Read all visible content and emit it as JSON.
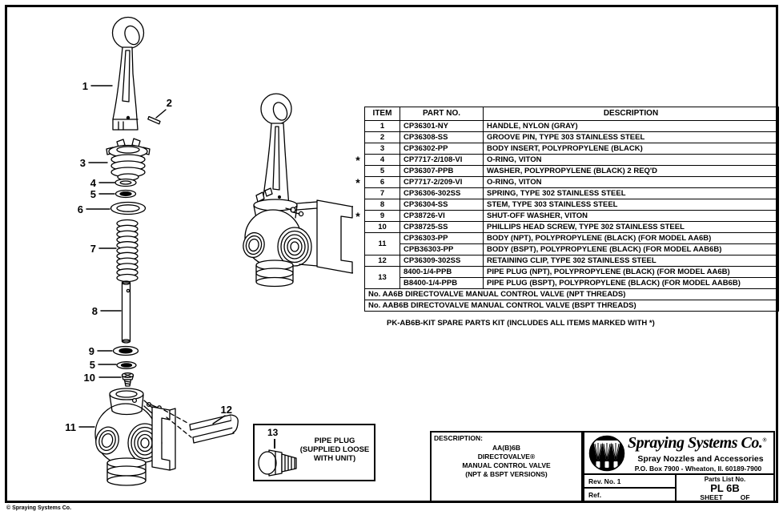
{
  "colors": {
    "ink": "#000000",
    "paper": "#ffffff"
  },
  "diagram": {
    "callouts": [
      "1",
      "2",
      "3",
      "4",
      "5",
      "6",
      "7",
      "8",
      "9",
      "5",
      "10",
      "11",
      "12"
    ]
  },
  "detail_box": {
    "callout": "13",
    "lines": [
      "PIPE PLUG",
      "(SUPPLIED LOOSE",
      "WITH UNIT)"
    ]
  },
  "parts_table": {
    "headers": [
      "ITEM",
      "PART NO.",
      "DESCRIPTION"
    ],
    "rows": [
      {
        "star": false,
        "item": "1",
        "span": 1,
        "part": "CP36301-NY",
        "desc": "HANDLE, NYLON (GRAY)"
      },
      {
        "star": false,
        "item": "2",
        "span": 1,
        "part": "CP36308-SS",
        "desc": "GROOVE PIN, TYPE 303 STAINLESS STEEL"
      },
      {
        "star": false,
        "item": "3",
        "span": 1,
        "part": "CP36302-PP",
        "desc": "BODY INSERT, POLYPROPYLENE (BLACK)"
      },
      {
        "star": true,
        "item": "4",
        "span": 1,
        "part": "CP7717-2/108-VI",
        "desc": "O-RING, VITON"
      },
      {
        "star": false,
        "item": "5",
        "span": 1,
        "part": "CP36307-PPB",
        "desc": "WASHER, POLYPROPYLENE (BLACK) 2 REQ'D"
      },
      {
        "star": true,
        "item": "6",
        "span": 1,
        "part": "CP7717-2/209-VI",
        "desc": "O-RING, VITON"
      },
      {
        "star": false,
        "item": "7",
        "span": 1,
        "part": "CP36306-302SS",
        "desc": "SPRING, TYPE 302 STAINLESS STEEL"
      },
      {
        "star": false,
        "item": "8",
        "span": 1,
        "part": "CP36304-SS",
        "desc": "STEM, TYPE 303 STAINLESS STEEL"
      },
      {
        "star": true,
        "item": "9",
        "span": 1,
        "part": "CP38726-VI",
        "desc": "SHUT-OFF WASHER, VITON"
      },
      {
        "star": false,
        "item": "10",
        "span": 1,
        "part": "CP38725-SS",
        "desc": "PHILLIPS HEAD SCREW, TYPE 302 STAINLESS STEEL"
      },
      {
        "star": false,
        "item": "11",
        "span": 2,
        "part": "CP36303-PP",
        "desc": "BODY (NPT), POLYPROPYLENE (BLACK) (FOR MODEL AA6B)"
      },
      {
        "star": false,
        "item": null,
        "span": 0,
        "part": "CPB36303-PP",
        "desc": "BODY (BSPT), POLYPROPYLENE (BLACK) (FOR MODEL AAB6B)"
      },
      {
        "star": false,
        "item": "12",
        "span": 1,
        "part": "CP36309-302SS",
        "desc": "RETAINING CLIP, TYPE 302 STAINLESS STEEL"
      },
      {
        "star": false,
        "item": "13",
        "span": 2,
        "part": "8400-1/4-PPB",
        "desc": "PIPE PLUG (NPT), POLYPROPYLENE (BLACK) (FOR MODEL AA6B)"
      },
      {
        "star": false,
        "item": null,
        "span": 0,
        "part": "B8400-1/4-PPB",
        "desc": "PIPE PLUG (BSPT), POLYPROPYLENE (BLACK) (FOR MODEL AAB6B)"
      }
    ],
    "footer_rows": [
      "No. AA6B DIRECTOVALVE MANUAL CONTROL VALVE (NPT THREADS)",
      "No. AAB6B DIRECTOVALVE MANUAL CONTROL VALVE (BSPT THREADS)"
    ],
    "kit_note": "PK-AB6B-KIT SPARE PARTS KIT (INCLUDES ALL ITEMS MARKED WITH *)"
  },
  "title_block": {
    "description_label": "DESCRIPTION:",
    "description_lines": [
      "AA(B)6B",
      "DIRECTOVALVE®",
      "MANUAL CONTROL VALVE",
      "(NPT & BSPT VERSIONS)"
    ],
    "company_name": "Spraying Systems Co.",
    "company_reg": "®",
    "tagline": "Spray Nozzles and Accessories",
    "address": "P.O. Box 7900 - Wheaton, Il. 60189-7900",
    "rev_label": "Rev. No. 1",
    "ref_label": "Ref.",
    "parts_list_label": "Parts List No.",
    "parts_list_no": "PL 6B",
    "sheet_label": "SHEET",
    "of_label": "OF"
  },
  "page": {
    "copyright": "© Spraying Systems Co."
  }
}
